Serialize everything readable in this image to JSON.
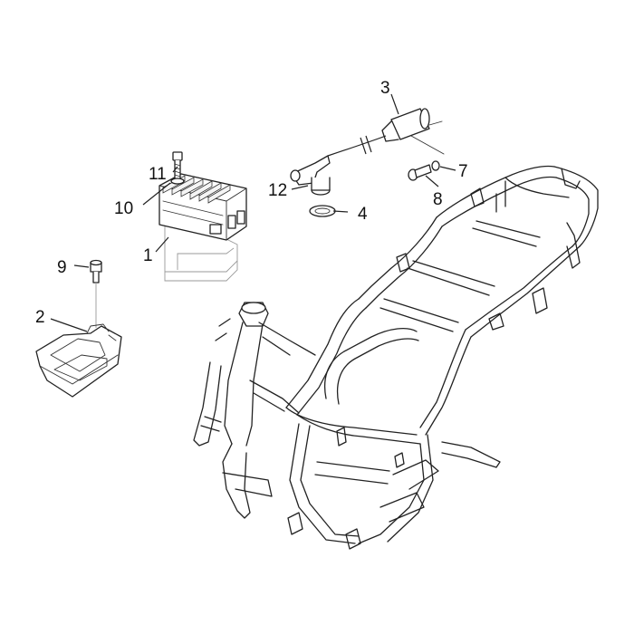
{
  "callouts": {
    "c1": "1",
    "c2": "2",
    "c3": "3",
    "c4": "4",
    "c7": "7",
    "c8": "8",
    "c9": "9",
    "c10": "10",
    "c11": "11",
    "c12": "12"
  },
  "colors": {
    "line": "#222222",
    "background": "#ffffff"
  }
}
